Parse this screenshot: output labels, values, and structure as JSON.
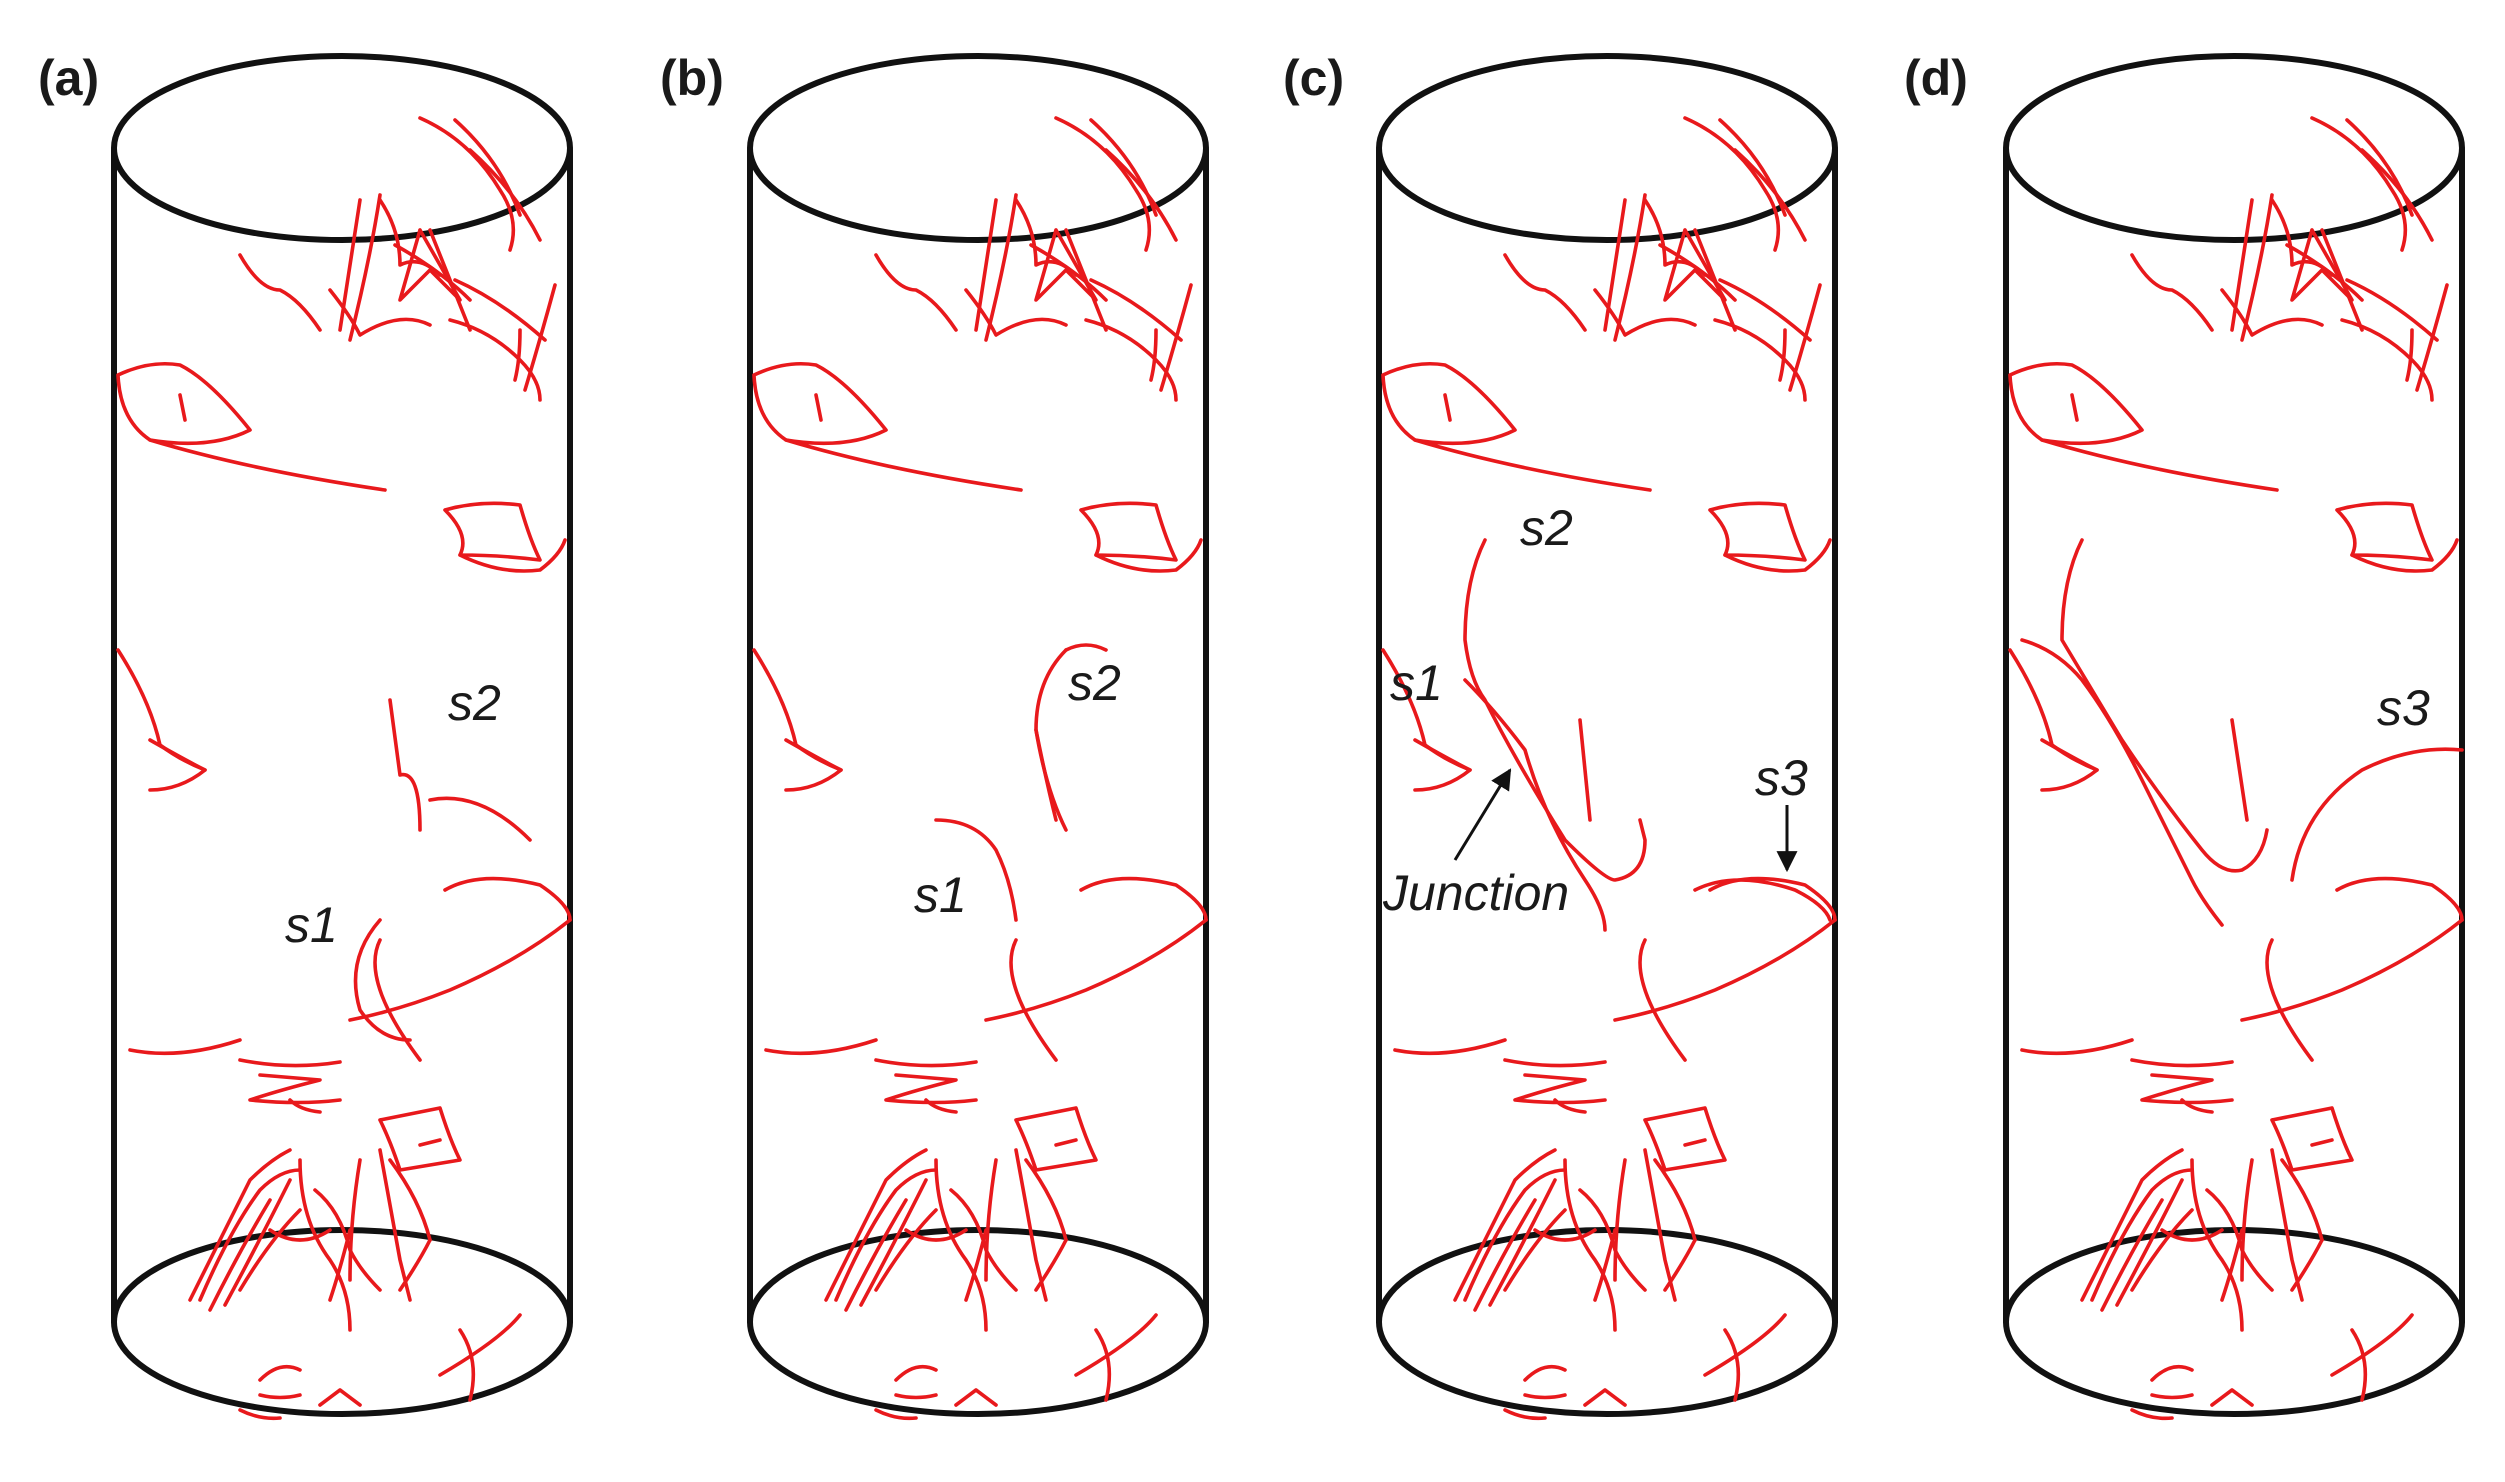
{
  "colors": {
    "dislocation": "#e8191c",
    "outline": "#111111",
    "text": "#1a1a1a"
  },
  "panels": [
    {
      "id": "a",
      "label": "(a)",
      "annotations": {
        "s1": "s1",
        "s2": "s2"
      }
    },
    {
      "id": "b",
      "label": "(b)",
      "annotations": {
        "s1": "s1",
        "s2": "s2"
      }
    },
    {
      "id": "c",
      "label": "(c)",
      "annotations": {
        "s1": "s1",
        "s2": "s2",
        "s3": "s3",
        "junction": "Junction"
      }
    },
    {
      "id": "d",
      "label": "(d)",
      "annotations": {
        "s3": "s3"
      }
    }
  ]
}
